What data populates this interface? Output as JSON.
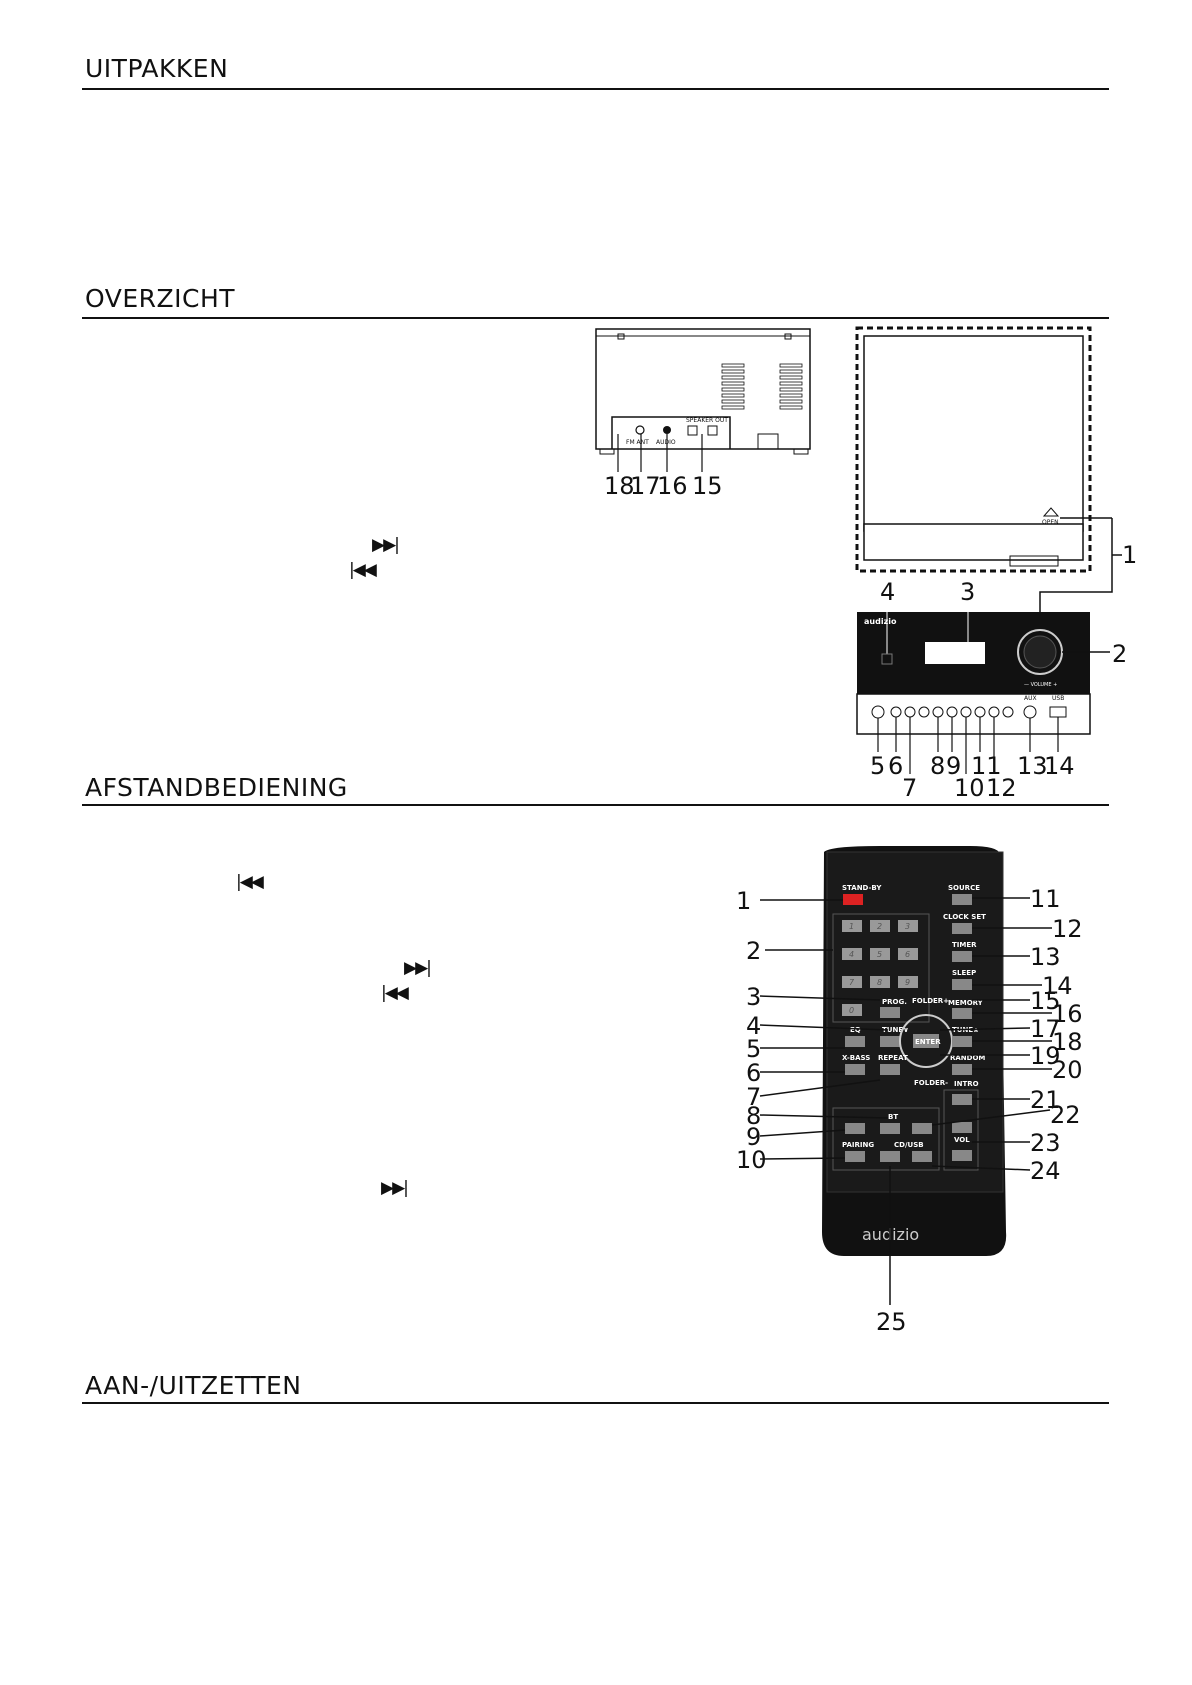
{
  "sections": {
    "unpacking": "UITPAKKEN",
    "overview": "OVERZICHT",
    "remote": "AFSTANDBEDIENING",
    "power": "AAN-/UITZETTEN"
  },
  "glyphs": {
    "next": "▶▶|",
    "prev": "|◀◀"
  },
  "rear_panel": {
    "callouts": [
      "18",
      "17",
      "16",
      "15"
    ],
    "jack_labels": [
      "FM ANT",
      "AUDIO",
      "SPEAKER OUT"
    ]
  },
  "front_panel": {
    "open_label": "OPEN",
    "brand": "audizio",
    "volume_label": "— VOLUME +",
    "aux_label": "AUX",
    "usb_label": "USB",
    "callouts_top": [
      "4",
      "3",
      "1",
      "2"
    ],
    "callouts_bottom": [
      "5",
      "6",
      "8",
      "9",
      "11",
      "13",
      "14"
    ],
    "callouts_bottom_low": [
      "7",
      "10",
      "12"
    ]
  },
  "remote": {
    "brand": "audizio",
    "buttons": {
      "standby": "STAND-BY",
      "source": "SOURCE",
      "clock_set": "CLOCK SET",
      "timer": "TIMER",
      "sleep": "SLEEP",
      "prog": "PROG.",
      "folder_plus": "FOLDER+",
      "memory": "MEMORY",
      "eq": "EQ",
      "tune_down": "TUNE∨",
      "tune_up": "TUNE∧",
      "enter": "ENTER",
      "x_bass": "X-BASS",
      "repeat": "REPEAT",
      "random": "RANDOM",
      "folder_minus": "FOLDER-",
      "intro": "INTRO",
      "bt": "BT",
      "vol": "VOL",
      "pairing": "PAIRING",
      "cd_usb": "CD/USB"
    },
    "numpad": [
      "1",
      "2",
      "3",
      "4",
      "5",
      "6",
      "7",
      "8",
      "9",
      "0"
    ],
    "callouts_left": [
      "1",
      "2",
      "3",
      "4",
      "5",
      "6",
      "7",
      "8",
      "9",
      "10"
    ],
    "callouts_right": [
      "11",
      "12",
      "13",
      "14",
      "15",
      "16",
      "17",
      "18",
      "19",
      "20",
      "21",
      "22",
      "23",
      "24"
    ],
    "callout_bottom": "25"
  }
}
